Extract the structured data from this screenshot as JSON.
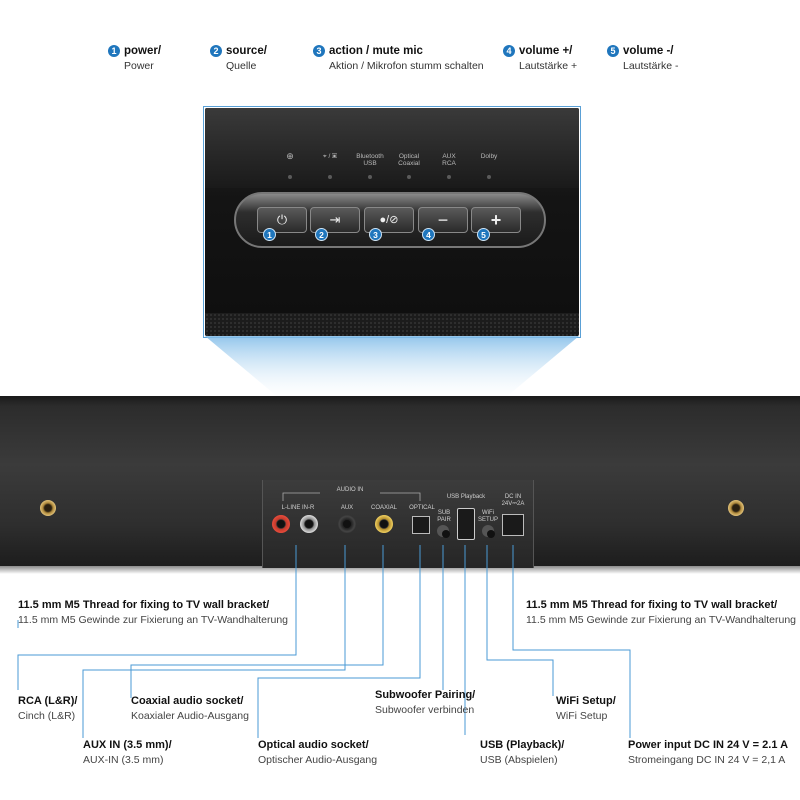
{
  "legend": [
    {
      "num": "1",
      "en": "power/",
      "de": "Power"
    },
    {
      "num": "2",
      "en": "source/",
      "de": "Quelle"
    },
    {
      "num": "3",
      "en": "action / mute mic",
      "de": "Aktion / Mikrofon stumm schalten"
    },
    {
      "num": "4",
      "en": "volume +/",
      "de": "Lautstärke +"
    },
    {
      "num": "5",
      "en": "volume -/",
      "de": "Lautstärke -"
    }
  ],
  "indicators": [
    {
      "label": "⊕",
      "name": "wifi"
    },
    {
      "label": "⌖ / ▣",
      "name": "network-display"
    },
    {
      "label": "Bluetooth\nUSB",
      "name": "bluetooth-usb"
    },
    {
      "label": "Optical\nCoaxial",
      "name": "optical-coaxial"
    },
    {
      "label": "AUX\nRCA",
      "name": "aux-rca"
    },
    {
      "label": "Dolby",
      "name": "dolby"
    }
  ],
  "buttons": [
    {
      "num": "1",
      "glyph": "⏻",
      "name": "power"
    },
    {
      "num": "2",
      "glyph": "⇥",
      "name": "source"
    },
    {
      "num": "3",
      "glyph": "●/⊘",
      "name": "action-mute"
    },
    {
      "num": "4",
      "glyph": "−",
      "name": "volume-down"
    },
    {
      "num": "5",
      "glyph": "+",
      "name": "volume-up"
    }
  ],
  "ports": {
    "audio_in": "AUDIO IN",
    "line_in": "L-LINE IN-R",
    "aux": "AUX",
    "coaxial": "COAXIAL",
    "optical": "OPTICAL",
    "usb_playback": "USB Playback",
    "sub_pair": "SUB\nPAIR",
    "wifi_setup": "WiFi\nSETUP",
    "dc_in": "DC IN\n24V⎓2A"
  },
  "callouts": {
    "thread_left": {
      "en": "11.5 mm M5 Thread for fixing to TV wall bracket/",
      "de": "11.5 mm M5 Gewinde zur Fixierung an TV-Wandhalterung"
    },
    "thread_right": {
      "en": "11.5 mm M5 Thread for fixing to TV wall bracket/",
      "de": "11.5 mm M5 Gewinde zur Fixierung an TV-Wandhalterung"
    },
    "rca": {
      "en": "RCA (L&R)/",
      "de": "Cinch (L&R)"
    },
    "aux": {
      "en": "AUX IN (3.5 mm)/",
      "de": "AUX-IN (3.5 mm)"
    },
    "coaxial": {
      "en": "Coaxial audio socket/",
      "de": "Koaxialer Audio-Ausgang"
    },
    "optical": {
      "en": "Optical audio socket/",
      "de": "Optischer Audio-Ausgang"
    },
    "sub": {
      "en": "Subwoofer Pairing/",
      "de": "Subwoofer verbinden"
    },
    "usb": {
      "en": "USB (Playback)/",
      "de": "USB (Abspielen)"
    },
    "wifi": {
      "en": "WiFi Setup/",
      "de": "WiFi Setup"
    },
    "power": {
      "en": "Power input DC IN 24 V = 2.1 A",
      "de": "Stromeingang DC IN 24 V = 2,1 A"
    }
  },
  "colors": {
    "accent": "#1f76bd",
    "line": "#4a9ad4",
    "screw": "#c9a257"
  }
}
